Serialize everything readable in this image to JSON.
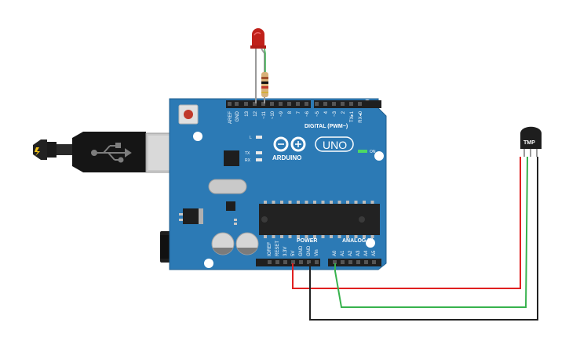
{
  "board": {
    "name": "Arduino Uno R3",
    "logo_text": "ARDUINO",
    "model_text": "UNO",
    "on_label": "ON",
    "led_l_label": "L",
    "tx_label": "TX",
    "rx_label": "RX",
    "digital_header_label": "DIGITAL (PWM~)",
    "power_header_label": "POWER",
    "analog_header_label": "ANALOG IN",
    "digital_pins": [
      "AREF",
      "GND",
      "13",
      "12",
      "~11",
      "~10",
      "~9",
      "8",
      "7",
      "~6",
      "~5",
      "4",
      "~3",
      "2",
      "TX▸1",
      "RX◂0"
    ],
    "power_pins": [
      "IOREF",
      "RESET",
      "3.3V",
      "5V",
      "GND",
      "GND",
      "Vin"
    ],
    "analog_pins": [
      "A0",
      "A1",
      "A2",
      "A3",
      "A4",
      "A5"
    ],
    "board_color": "#2c7ab5"
  },
  "sensor": {
    "label": "TMP",
    "type": "TMP36 temperature sensor"
  },
  "components": {
    "led_color": "#c0211a",
    "resistor": "resistor"
  },
  "wires": {
    "power_color": "#e02020",
    "signal_color": "#37b24d",
    "ground_color": "#222222"
  }
}
